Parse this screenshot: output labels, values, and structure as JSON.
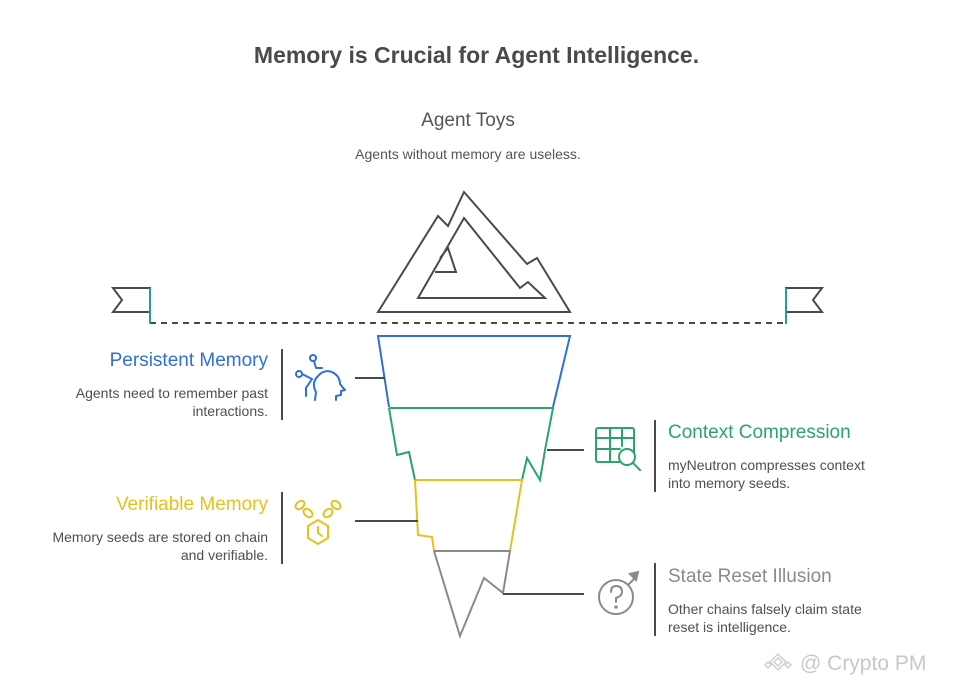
{
  "title": "Memory is Crucial for Agent Intelligence.",
  "tip": {
    "title": "Agent Toys",
    "description": "Agents without memory are useless."
  },
  "sections": [
    {
      "title": "Persistent Memory",
      "description": "Agents need to remember past interactions.",
      "color": "#2f6fd6",
      "icon": "head-network-icon"
    },
    {
      "title": "Context Compression",
      "description": "myNeutron compresses context into memory seeds.",
      "color": "#2ba36a",
      "icon": "table-search-icon"
    },
    {
      "title": "Verifiable Memory",
      "description": "Memory seeds are stored on chain and verifiable.",
      "color": "#e3c21f",
      "icon": "chain-hexagon-icon"
    },
    {
      "title": "State Reset Illusion",
      "description": "Other chains falsely claim state reset is intelligence.",
      "color": "#8a8a8a",
      "icon": "question-arrow-icon"
    }
  ],
  "watermark": "@ Crypto PM",
  "colors": {
    "outline": "#4a4a4a",
    "flag_accent": "#2b98a8"
  }
}
